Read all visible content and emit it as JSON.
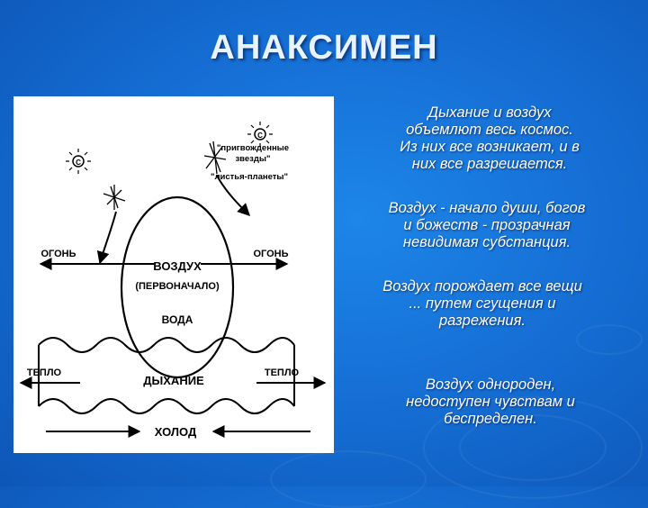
{
  "slide": {
    "title": "АНАКСИМЕН",
    "paragraphs": [
      "Дыхание и воздух\nобъемлют весь космос.\nИз них все возникает, и в\nних все разрешается.",
      "Воздух - начало души, богов\nи божеств - прозрачная\nневидимая субстанция.",
      "Воздух порождает все вещи\n... путем сгущения и\nразрежения.",
      "Воздух однороден,\nнедоступен чувствам и\nбеспределен."
    ]
  },
  "diagram": {
    "label_stars": "\"пригвожденные\nзвезды\"",
    "label_planets": "\"листья-планеты\"",
    "label_fire_left": "ОГОНЬ",
    "label_fire_right": "ОГОНЬ",
    "label_air": "ВОЗДУХ",
    "label_origin": "(ПЕРВОНАЧАЛО)",
    "label_water": "ВОДА",
    "label_breath": "ДЫХАНИЕ",
    "label_heat_left": "ТЕПЛО",
    "label_heat_right": "ТЕПЛО",
    "label_cold": "ХОЛОД"
  }
}
